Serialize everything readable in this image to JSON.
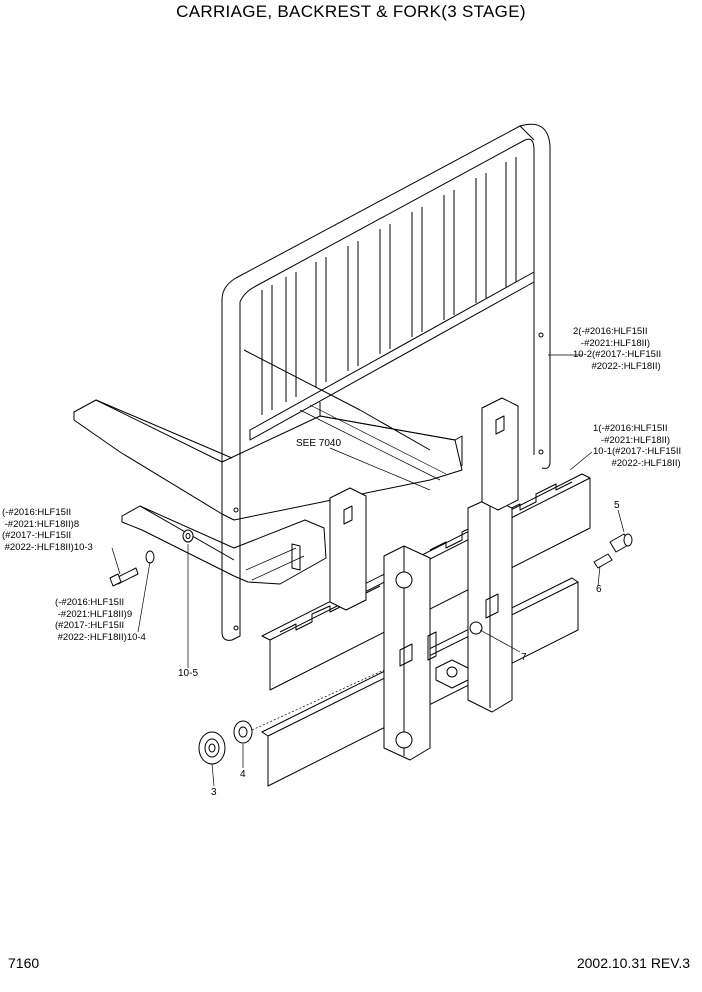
{
  "title": "CARRIAGE, BACKREST & FORK(3 STAGE)",
  "page_number": "7160",
  "revision": "2002.10.31 REV.3",
  "callouts": {
    "part2": "2(-#2016:HLF15II\n   -#2021:HLF18II)\n10-2(#2017-:HLF15II\n       #2022-:HLF18II)",
    "part1": "1(-#2016:HLF15II\n   -#2021:HLF18II)\n10-1(#2017-:HLF15II\n       #2022-:HLF18II)",
    "part8": "(-#2016:HLF15II\n -#2021:HLF18II)8\n(#2017-:HLF15II\n #2022-:HLF18II)10-3",
    "part9": "(-#2016:HLF15II\n -#2021:HLF18II)9\n(#2017-:HLF15II\n #2022-:HLF18II)10-4",
    "see": "SEE 7040",
    "p5": "5",
    "p6": "6",
    "p7": "7",
    "p10_5": "10-5",
    "p3": "3",
    "p4": "4"
  }
}
